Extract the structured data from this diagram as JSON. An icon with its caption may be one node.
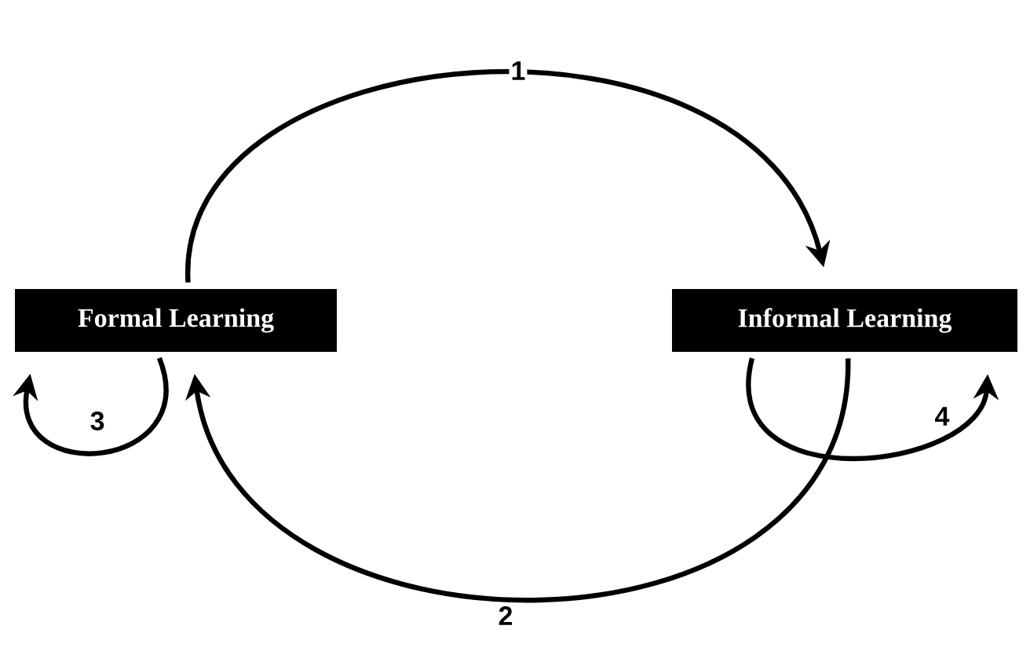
{
  "diagram": {
    "nodes": [
      {
        "text": [
          "Formal Learning"
        ]
      },
      {
        "text": [
          "Informal Learning"
        ]
      }
    ],
    "edges": [
      {
        "from": 0,
        "to": 1,
        "arrow": "to",
        "label": "1"
      },
      {
        "from": 1,
        "to": 0,
        "arrow": "to",
        "label": "2"
      },
      {
        "from": 0,
        "to": 0,
        "arrow": "to",
        "label": "3"
      },
      {
        "from": 1,
        "to": 1,
        "arrow": "to",
        "label": "4"
      }
    ]
  }
}
